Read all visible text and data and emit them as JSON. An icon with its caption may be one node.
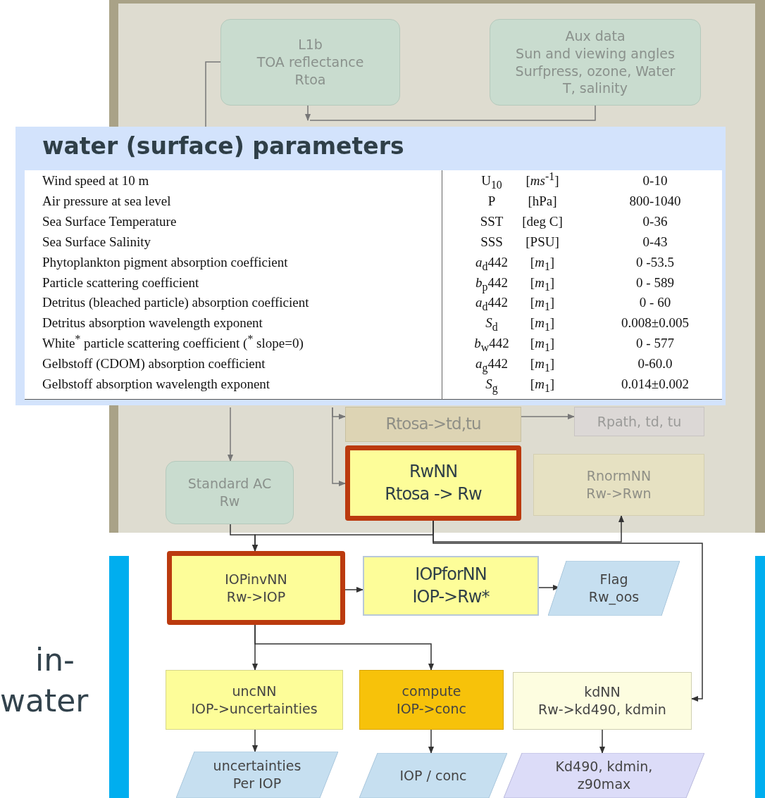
{
  "diagram": {
    "title": "water (surface) parameters",
    "nodes": [
      {
        "text": [
          "L1b",
          "TOA reflectance Rtoa"
        ]
      },
      {
        "text": [
          "Aux data",
          "Sun and viewing angles Surfpress, ozone, Water T, salinity"
        ]
      },
      {
        "text": [
          "Rtosa->td,tu"
        ]
      },
      {
        "text": [
          "Rpath, td, tu"
        ]
      },
      {
        "text": [
          "Standard AC",
          "Rw"
        ]
      },
      {
        "text": [
          "RwNN",
          "Rtosa -> Rw"
        ]
      },
      {
        "text": [
          "RnormNN",
          "Rw->Rwn"
        ]
      },
      {
        "text": [
          "IOPinvNN",
          "Rw->IOP"
        ]
      },
      {
        "text": [
          "IOPforNN",
          "IOP->Rw*"
        ]
      },
      {
        "text": [
          "Flag",
          "Rw_oos"
        ]
      },
      {
        "text": [
          "uncNN",
          "IOP->uncertainties"
        ]
      },
      {
        "text": [
          "compute",
          "IOP->conc"
        ]
      },
      {
        "text": [
          "kdNN",
          "Rw->kd490, kdmin"
        ]
      },
      {
        "text": [
          "uncertainties",
          "Per IOP"
        ]
      },
      {
        "text": [
          "IOP / conc"
        ]
      },
      {
        "text": [
          "Kd490, kdmin, z90max"
        ]
      }
    ],
    "edges": [
      {
        "from": 0,
        "to": null,
        "arrow": "none"
      },
      {
        "from": 0,
        "to": null,
        "arrow": "to"
      },
      {
        "from": 1,
        "to": null,
        "arrow": "none"
      },
      {
        "from": null,
        "to": 4,
        "arrow": "to"
      },
      {
        "from": null,
        "to": 2,
        "arrow": "to"
      },
      {
        "from": null,
        "to": 5,
        "arrow": "to"
      },
      {
        "from": 2,
        "to": 3,
        "arrow": "to"
      },
      {
        "from": 4,
        "to": 7,
        "arrow": "to"
      },
      {
        "from": 5,
        "to": 7,
        "arrow": "to"
      },
      {
        "from": 5,
        "to": 6,
        "arrow": "to"
      },
      {
        "from": 5,
        "to": 12,
        "arrow": "to"
      },
      {
        "from": 7,
        "to": 8,
        "arrow": "to"
      },
      {
        "from": 8,
        "to": 9,
        "arrow": "to"
      },
      {
        "from": 7,
        "to": 10,
        "arrow": "to"
      },
      {
        "from": 7,
        "to": 11,
        "arrow": "to"
      },
      {
        "from": 10,
        "to": 13,
        "arrow": "to"
      },
      {
        "from": 11,
        "to": 14,
        "arrow": "to"
      },
      {
        "from": 12,
        "to": 15,
        "arrow": "to"
      }
    ],
    "labels": [
      "in-",
      "water",
      "Wind speed at 10 m",
      "U$_{10}$",
      "[*ms*$^{-1}$]",
      "0-10",
      "Air pressure at sea level",
      "P",
      "[hPa]",
      "800-1040",
      "Sea Surface Temperature",
      "SST",
      "[deg C]",
      "0-36",
      "Sea Surface Salinity",
      "SSS",
      "[PSU]",
      "0-43",
      "Phytoplankton pigment absorption coefficient",
      "*a*$_{d}$442",
      "[*m*$_{1}$]",
      "0 -53.5",
      "Particle scattering coefficient",
      "*b*$_{p}$442",
      "[*m*$_{1}$]",
      "0 - 589",
      "Detritus (bleached particle) absorption coefficient",
      "*a*$_{d}$442",
      "[*m*$_{1}$]",
      "0 - 60",
      "Detritus absorption wavelength exponent",
      "*S*$_{d}$",
      "[*m*$_{1}$]",
      "0.008±0.005",
      "White$^{*}$ particle scattering coefficient ($^{*}$ slope=0)",
      "*b*$_{w}$442",
      "[*m*$_{1}$]",
      "0 - 577",
      "Gelbstoff (CDOM) absorption coefficient",
      "*a*$_{g}$442",
      "[*m*$_{1}$]",
      "0-60.0",
      "Gelbstoff absorption wavelength exponent",
      "*S*$_{g}$",
      "[*m*$_{1}$]",
      "0.014±0.002"
    ]
  }
}
